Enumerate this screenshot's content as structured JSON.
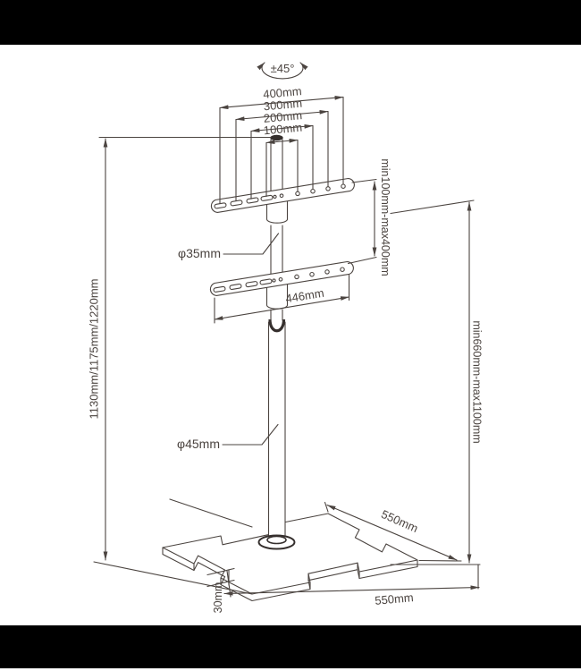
{
  "diagram": {
    "kind": "tv-floor-stand-dimension-drawing",
    "colors": {
      "line": "#4b4440",
      "dark_detail": "#352f2d",
      "letterbox": "#000000",
      "background": "#ffffff"
    },
    "labels": {
      "tilt_rotation": "±45°",
      "vesa_width_400": "400mm",
      "vesa_width_300": "300mm",
      "vesa_width_200": "200mm",
      "vesa_width_100": "100mm",
      "bracket_vertical_range": "min100mm-max400mm",
      "upper_pole_diameter": "φ35mm",
      "bracket_length": "446mm",
      "overall_height": "1130mm/1175mm/1220mm",
      "screen_height_range": "min660mm-max1100mm",
      "lower_pole_diameter": "φ45mm",
      "base_depth": "550mm",
      "base_width": "550mm",
      "base_thickness": "30mm"
    }
  }
}
